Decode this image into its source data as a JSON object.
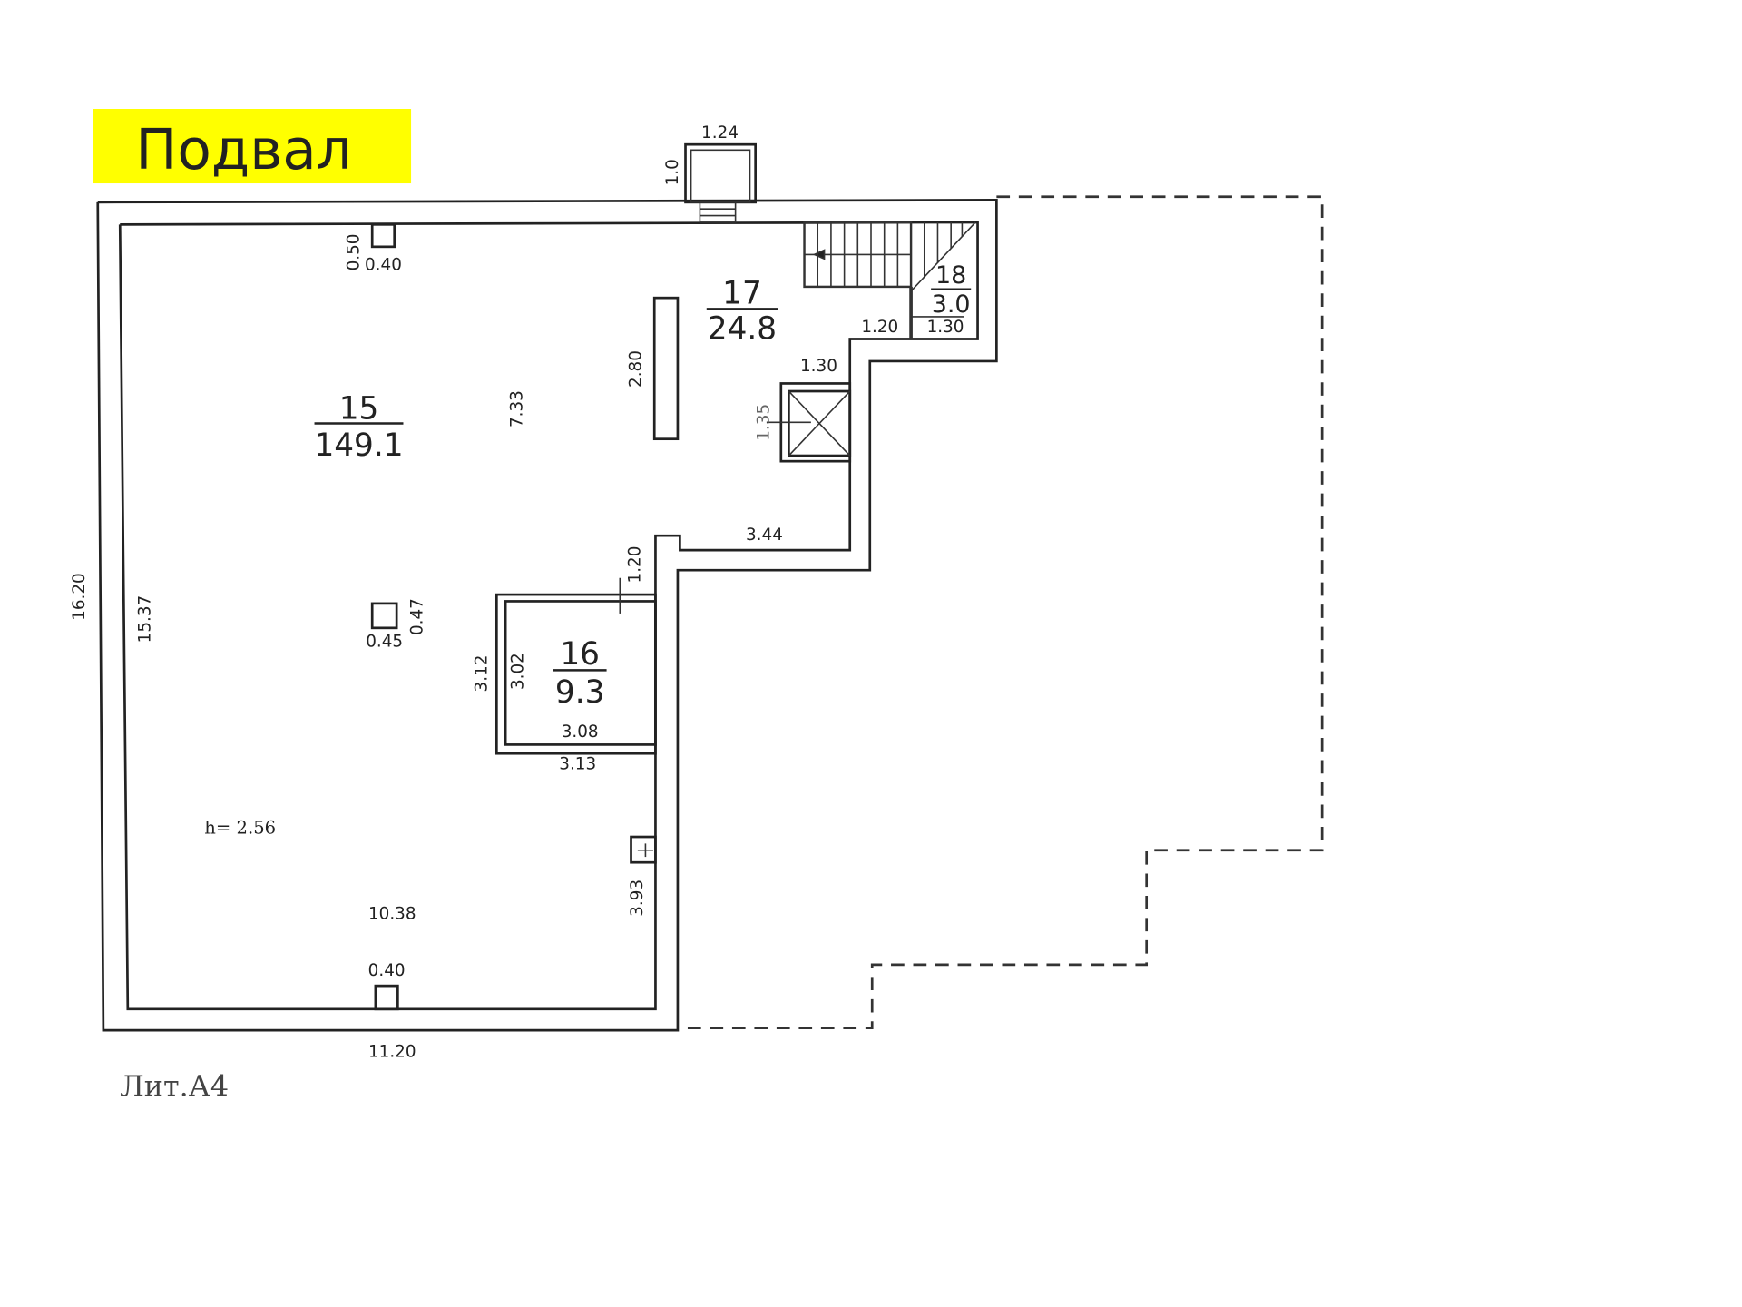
{
  "title": "Подвал",
  "highlight_color": "#ffff00",
  "building_label": "Лит.А4",
  "ceiling_height": "h= 2.56",
  "rooms": [
    {
      "number": "15",
      "area": "149.1"
    },
    {
      "number": "16",
      "area": "9.3"
    },
    {
      "number": "17",
      "area": "24.8"
    },
    {
      "number": "18",
      "area": "3.0"
    }
  ],
  "dimensions": {
    "entrance_width": "1.24",
    "entrance_depth": "1.0",
    "column_top_h": "0.50",
    "column_top_w": "0.40",
    "outer_left": "16.20",
    "inner_left": "15.37",
    "mid_height": "7.33",
    "column_long": "2.80",
    "stair_a": "1.20",
    "stair_b": "1.30",
    "elevator_w": "1.30",
    "elevator_h": "1.35",
    "corridor": "3.44",
    "door_offset": "1.20",
    "column_mid_w": "0.45",
    "column_mid_h": "0.47",
    "room16_outer_h": "3.12",
    "room16_inner_h": "3.02",
    "room16_inner_w": "3.08",
    "room16_outer_w": "3.13",
    "right_lower": "3.93",
    "inner_bottom": "10.38",
    "column_bottom_w": "0.40",
    "outer_bottom": "11.20"
  }
}
